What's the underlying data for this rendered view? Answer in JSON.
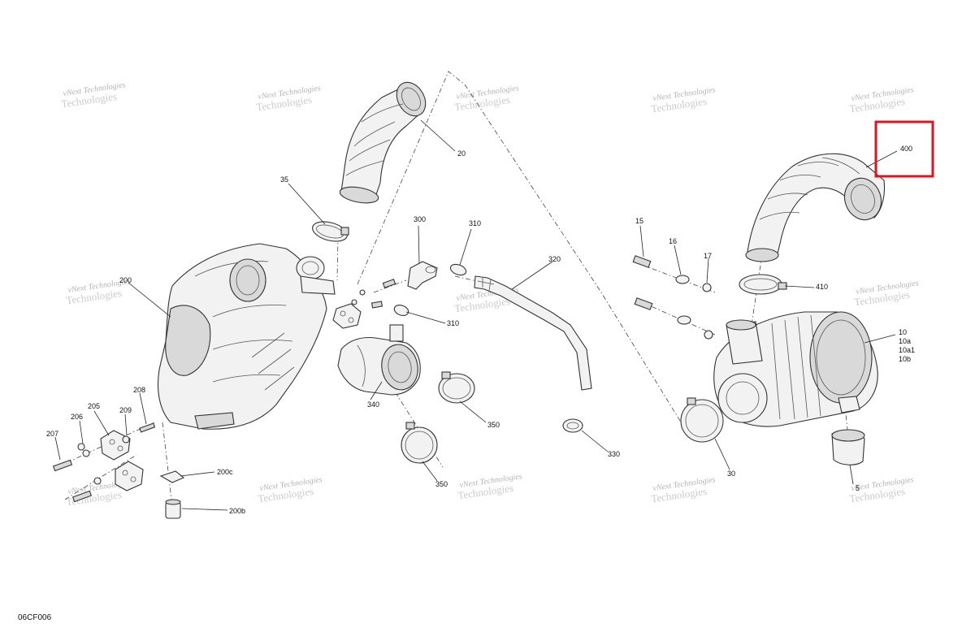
{
  "drawing_code": "06CF006",
  "watermark": {
    "line1": "vNext Technologies",
    "line2": "Technologies"
  },
  "highlight_color": "#e0141e",
  "callouts": {
    "c400": "400",
    "c20": "20",
    "c35": "35",
    "c300": "300",
    "c310a": "310",
    "c310b": "310",
    "c320": "320",
    "c200": "200",
    "c340": "340",
    "c350a": "350",
    "c350b": "350",
    "c330": "330",
    "c208": "208",
    "c209": "209",
    "c205": "205",
    "c206": "206",
    "c207": "207",
    "c200c": "200c",
    "c200b": "200b",
    "c15": "15",
    "c16": "16",
    "c17": "17",
    "c410": "410",
    "c10": "10",
    "c10a": "10a",
    "c10a1": "10a1",
    "c10b": "10b",
    "c30": "30",
    "c5": "5"
  }
}
